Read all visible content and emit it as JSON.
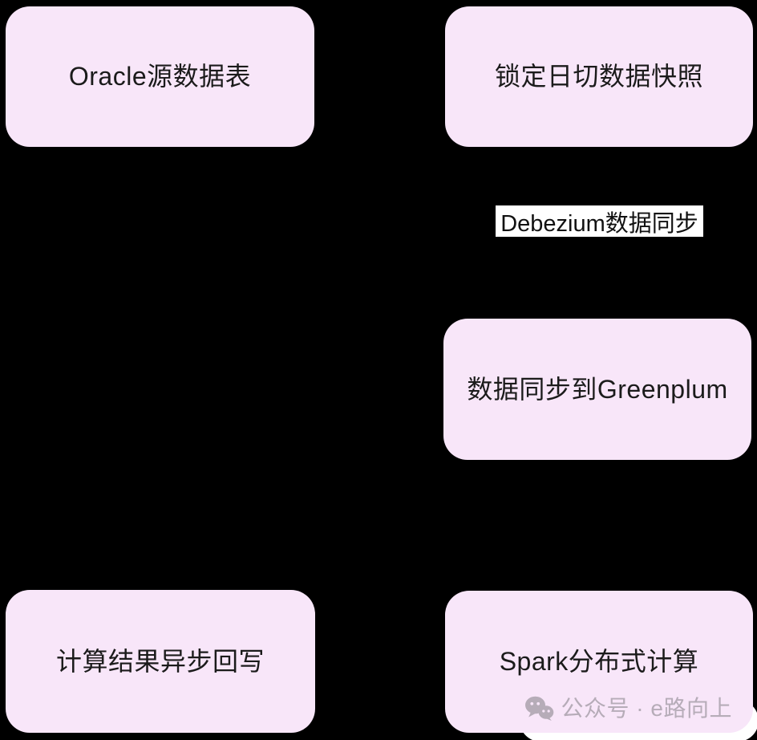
{
  "canvas": {
    "background": "#000000",
    "node_fill": "#f8e6f9",
    "node_text_color": "#1b1b1b",
    "edge_label_bg": "#ffffff",
    "edge_label_text": "#111111",
    "watermark_color": "#b6acb8"
  },
  "diagram": {
    "type": "flowchart",
    "nodes": [
      {
        "id": "oracle",
        "label": "Oracle源数据表"
      },
      {
        "id": "lock-snapshot",
        "label": "锁定日切数据快照"
      },
      {
        "id": "sync-greenplum",
        "label": "数据同步到Greenplum"
      },
      {
        "id": "writeback",
        "label": "计算结果异步回写"
      },
      {
        "id": "spark",
        "label": "Spark分布式计算"
      }
    ],
    "edge_labels": [
      {
        "id": "debezium-sync",
        "label": "Debezium数据同步"
      }
    ]
  },
  "watermark": {
    "icon": "wechat-icon",
    "text": "公众号 · e路向上"
  }
}
